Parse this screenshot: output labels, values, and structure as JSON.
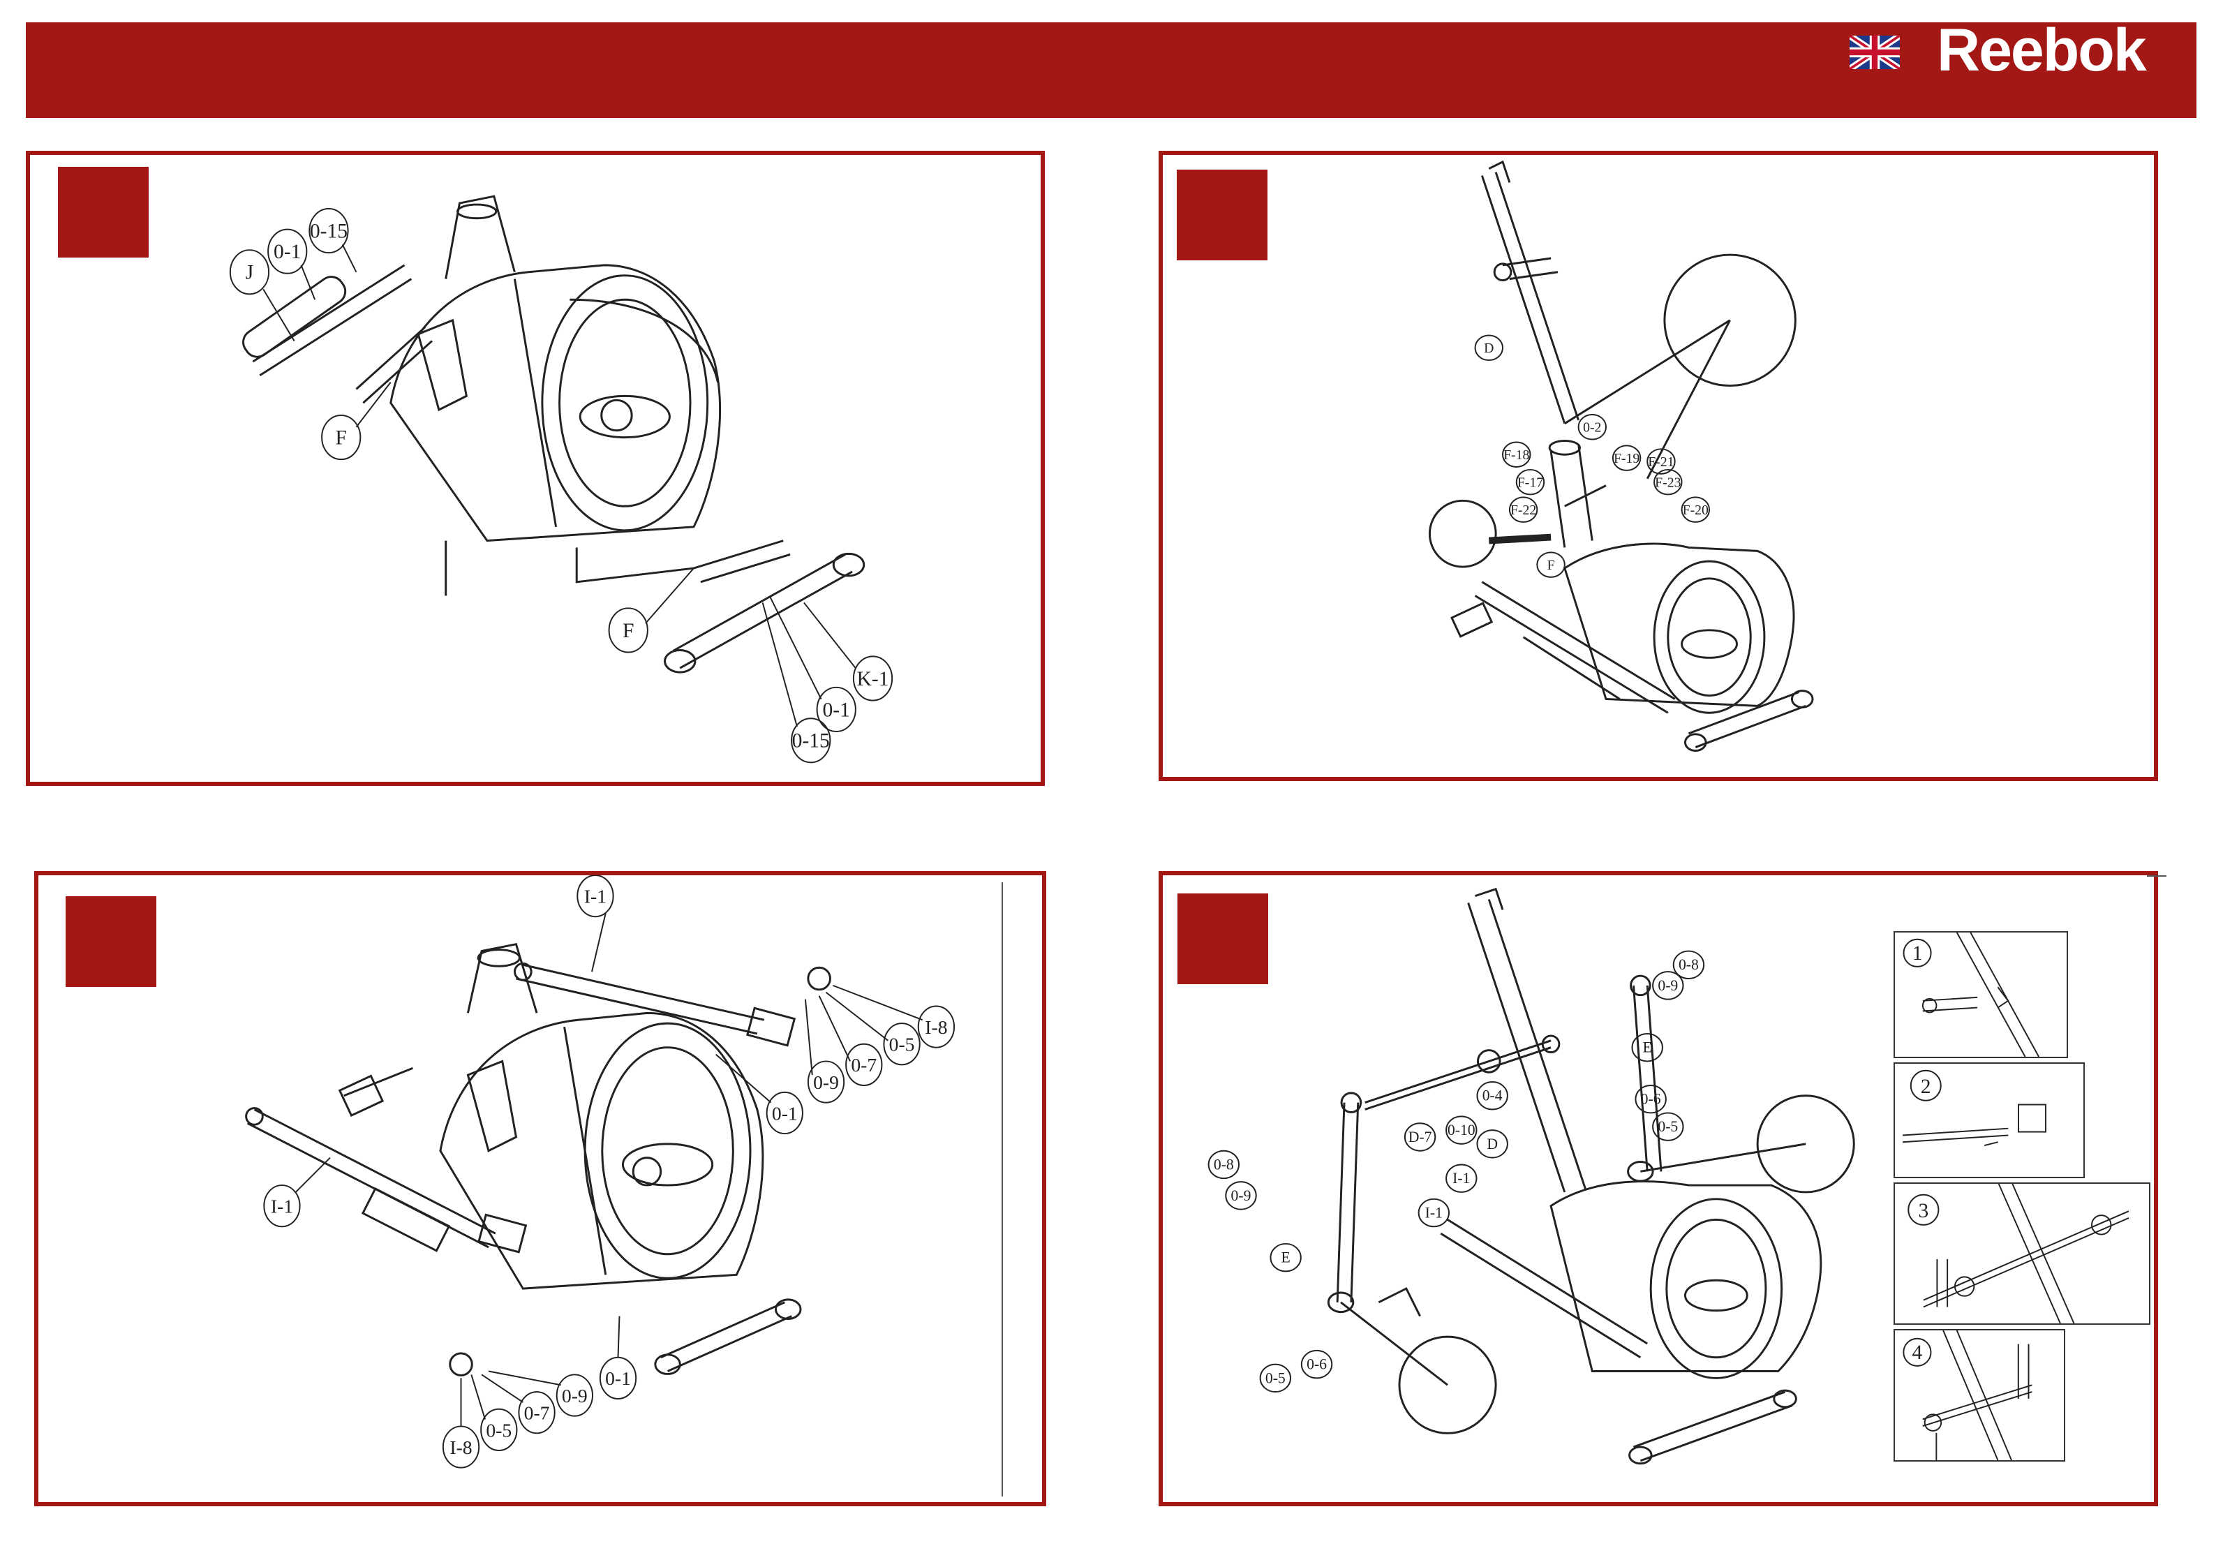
{
  "brand": {
    "logo_text": "Reebok",
    "color": "#a31815",
    "flag": "uk-flag-icon"
  },
  "panels": [
    {
      "callouts": [
        "J",
        "0-1",
        "0-15",
        "F",
        "F",
        "K-1",
        "0-1",
        "0-15"
      ]
    },
    {
      "callouts": [
        "D",
        "0-2",
        "F-18",
        "F-19",
        "F-21",
        "F-17",
        "F-23",
        "F-22",
        "F-20",
        "F"
      ]
    },
    {
      "callouts": [
        "I-1",
        "I-8",
        "0-5",
        "0-7",
        "0-9",
        "0-1",
        "I-1",
        "0-1",
        "0-9",
        "0-7",
        "0-5",
        "I-8"
      ]
    },
    {
      "callouts": [
        "0-8",
        "0-9",
        "E",
        "0-10",
        "0-4",
        "D-7",
        "D",
        "0-6",
        "0-5",
        "I-1",
        "I-1",
        "0-8",
        "0-9",
        "E",
        "0-5",
        "0-6"
      ],
      "steps": [
        "1",
        "2",
        "3",
        "4"
      ]
    }
  ]
}
